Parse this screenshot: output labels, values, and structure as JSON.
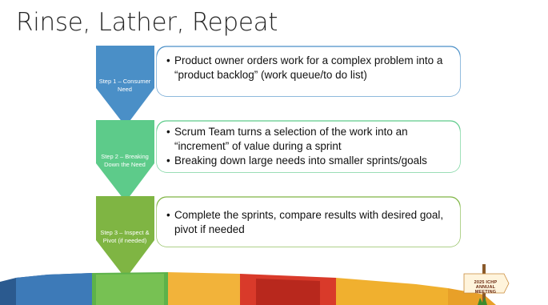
{
  "slide": {
    "title": "Rinse, Lather, Repeat"
  },
  "steps": [
    {
      "label": "Step 1 – Consumer Need",
      "color": "#4a8fc7",
      "bullets": [
        "Product owner orders work for a complex problem into a “product backlog” (work queue/to do list)"
      ]
    },
    {
      "label": "Step 2 – Breaking Down the Need",
      "color": "#5dcb8a",
      "bullets": [
        "Scrum Team turns a selection of the work into an “increment” of value during a sprint",
        "Breaking down large needs into smaller sprints/goals"
      ]
    },
    {
      "label": "Step 3 – Inspect & Pivot (if needed)",
      "color": "#7fb543",
      "bullets": [
        "Complete the sprints, compare results with desired goal, pivot if needed"
      ]
    }
  ],
  "footer": {
    "badge_text": "2025 ICHP ANNUAL MEETING"
  }
}
